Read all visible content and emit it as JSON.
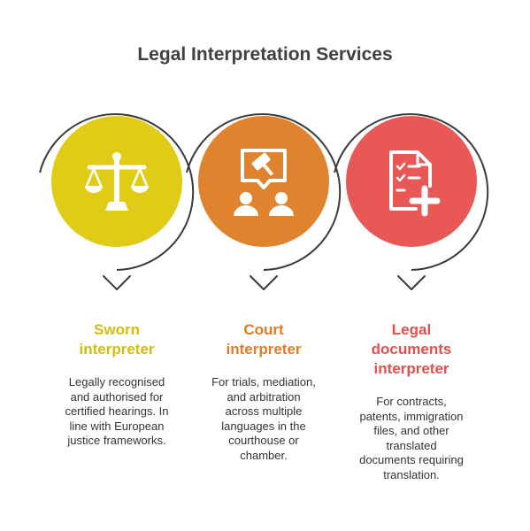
{
  "title": "Legal Interpretation Services",
  "colors": {
    "title": "#404040",
    "stroke": "#3a3a3a",
    "icon_fill": "#ffffff",
    "text": "#333333"
  },
  "items": [
    {
      "heading_line1": "Sworn",
      "heading_line2": "interpreter",
      "heading_line3": "",
      "color": "#e0cb16",
      "heading_color": "#d4bb12",
      "icon": "scales-of-justice-icon",
      "desc_lines": [
        "Legally recognised",
        "and authorised for",
        "certified hearings. In",
        "line with European",
        "justice frameworks."
      ]
    },
    {
      "heading_line1": "Court",
      "heading_line2": "interpreter",
      "heading_line3": "",
      "color": "#e0832e",
      "heading_color": "#e07c25",
      "icon": "gavel-mediation-icon",
      "desc_lines": [
        "For trials, mediation,",
        "and arbitration",
        "across multiple",
        "languages in the",
        "courthouse or",
        "chamber."
      ]
    },
    {
      "heading_line1": "Legal",
      "heading_line2": "documents",
      "heading_line3": "interpreter",
      "color": "#e85856",
      "heading_color": "#e3504e",
      "icon": "document-checklist-plus-icon",
      "desc_lines": [
        "For contracts,",
        "patents, immigration",
        "files, and other",
        "translated",
        "documents requiring",
        "translation."
      ]
    }
  ]
}
